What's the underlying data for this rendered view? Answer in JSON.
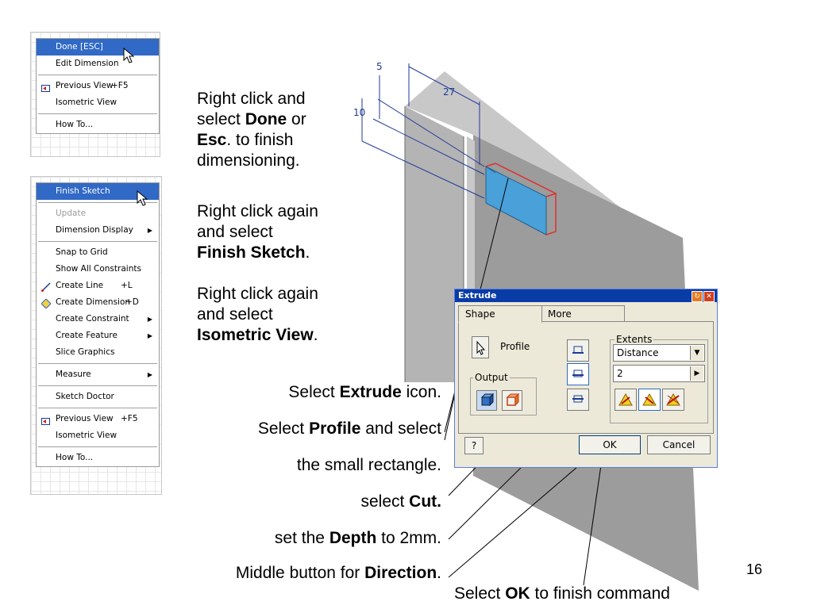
{
  "menu1": {
    "items": [
      {
        "label": "Done [ESC]",
        "highlight": true
      },
      {
        "label": "Edit Dimension"
      },
      {
        "sep": true
      },
      {
        "label": "Previous View",
        "shortcut": "+F5",
        "icon": "previous-view-icon"
      },
      {
        "label": "Isometric View"
      },
      {
        "sep": true
      },
      {
        "label": "How To..."
      }
    ]
  },
  "menu2": {
    "items": [
      {
        "label": "Finish Sketch",
        "highlight": true
      },
      {
        "sep": true
      },
      {
        "label": "Update",
        "disabled": true
      },
      {
        "label": "Dimension Display",
        "submenu": true
      },
      {
        "sep": true
      },
      {
        "label": "Snap to Grid"
      },
      {
        "label": "Show All Constraints"
      },
      {
        "label": "Create Line",
        "shortcut": "+L",
        "icon": "create-line-icon"
      },
      {
        "label": "Create Dimension",
        "shortcut": "+D",
        "icon": "create-dimension-icon"
      },
      {
        "label": "Create Constraint",
        "submenu": true
      },
      {
        "label": "Create Feature",
        "submenu": true
      },
      {
        "label": "Slice Graphics"
      },
      {
        "sep": true
      },
      {
        "label": "Measure",
        "submenu": true
      },
      {
        "sep": true
      },
      {
        "label": "Sketch Doctor"
      },
      {
        "sep": true
      },
      {
        "label": "Previous View",
        "shortcut": "+F5",
        "icon": "previous-view-icon"
      },
      {
        "label": "Isometric View"
      },
      {
        "sep": true
      },
      {
        "label": "How To..."
      }
    ]
  },
  "instructions": {
    "i1": {
      "l1": "Right click and",
      "l2a": "select ",
      "l2b": "Done",
      "l2c": " or",
      "l3a": "Esc",
      "l3b": ". to finish",
      "l4": "dimensioning."
    },
    "i2": {
      "l1": "Right click again",
      "l2": "and select",
      "l3a": "Finish Sketch",
      "l3b": "."
    },
    "i3": {
      "l1": "Right click again",
      "l2": "and select",
      "l3a": "Isometric View",
      "l3b": "."
    }
  },
  "steps": {
    "s1": {
      "a": "Select ",
      "b": "Extrude",
      "c": " icon."
    },
    "s2": {
      "a": "Select ",
      "b": "Profile",
      "c": " and select"
    },
    "s3": {
      "a": "the small rectangle."
    },
    "s4": {
      "a": "select ",
      "b": "Cut."
    },
    "s5": {
      "a": "set the ",
      "b": "Depth",
      "c": " to 2mm."
    },
    "s6": {
      "a": "Middle button for ",
      "b": "Direction",
      "c": "."
    },
    "s7": {
      "a": "Select ",
      "b": "OK",
      "c": " to finish command"
    }
  },
  "drawing": {
    "dim1": "5",
    "dim2": "10",
    "dim3": "27"
  },
  "dialog": {
    "title": "Extrude",
    "tabs": [
      "Shape",
      "More"
    ],
    "profile_label": "Profile",
    "output_label": "Output",
    "extents_label": "Extents",
    "extents_value": "Distance",
    "distance_value": "2",
    "help_label": "?",
    "ok_label": "OK",
    "cancel_label": "Cancel"
  },
  "page_number": "16",
  "colors": {
    "highlight": "#3169c6",
    "title_bar": "#0a3ca8",
    "dialog_bg": "#ece9d8",
    "part_face": "#9a9a9a"
  }
}
